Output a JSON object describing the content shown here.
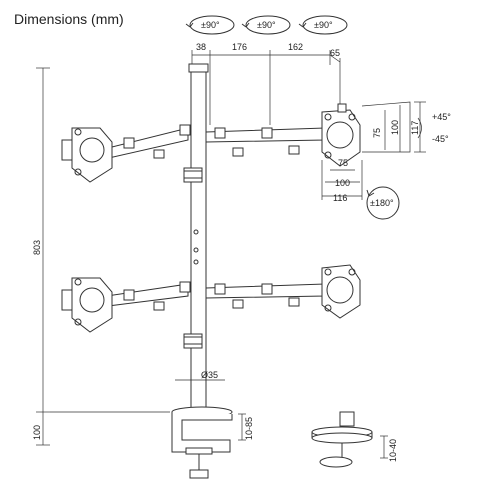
{
  "title": "Dimensions (mm)",
  "rotation": {
    "arm_labels": [
      "±90°",
      "±90°",
      "±90°"
    ],
    "tilt_up": "+45°",
    "tilt_down": "-45°",
    "swivel": "±180°"
  },
  "dimensions": {
    "pole_offset": "38",
    "arm_seg1": "176",
    "arm_seg2": "162",
    "head_offset": "65",
    "vesa_inner_v": "75",
    "vesa_outer_v": "100",
    "plate_height": "117",
    "vesa_inner_h": "75",
    "vesa_outer_h": "100",
    "plate_width": "116",
    "pole_height": "803",
    "base_height": "100",
    "pole_diameter": "Ø35",
    "clamp_range": "10-85",
    "grommet_range": "10-40"
  },
  "colors": {
    "line": "#333333",
    "text": "#222222",
    "background": "#ffffff"
  }
}
